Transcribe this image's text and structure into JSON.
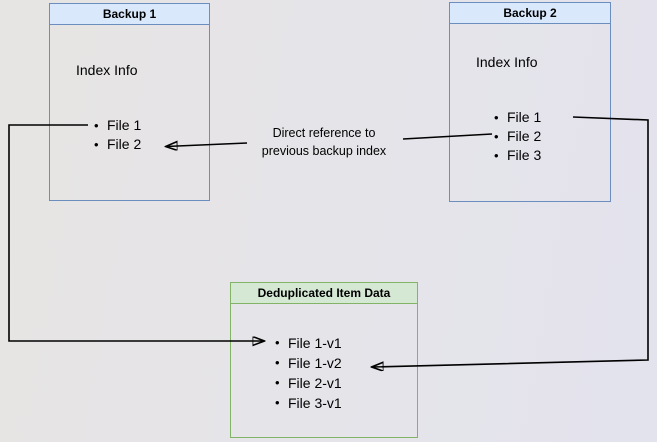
{
  "diagram": {
    "bullet": "•",
    "backup1": {
      "title": "Backup 1",
      "section_label": "Index Info",
      "files": [
        "File 1",
        "File 2"
      ]
    },
    "backup2": {
      "title": "Backup 2",
      "section_label": "Index Info",
      "files": [
        "File 1",
        "File 2",
        "File 3"
      ]
    },
    "dedup": {
      "title": "Deduplicated Item Data",
      "items": [
        "File 1-v1",
        "File 1-v2",
        "File 2-v1",
        "File 3-v1"
      ]
    },
    "edge_label": {
      "line1": "Direct reference to",
      "line2": "previous backup index"
    },
    "colors": {
      "blue_header": "#dae8fc",
      "blue_border": "#6c8ebf",
      "green_header": "#d5e8d4",
      "green_border": "#82b366",
      "arrow_color": "#000000",
      "text_color": "#000000"
    }
  }
}
